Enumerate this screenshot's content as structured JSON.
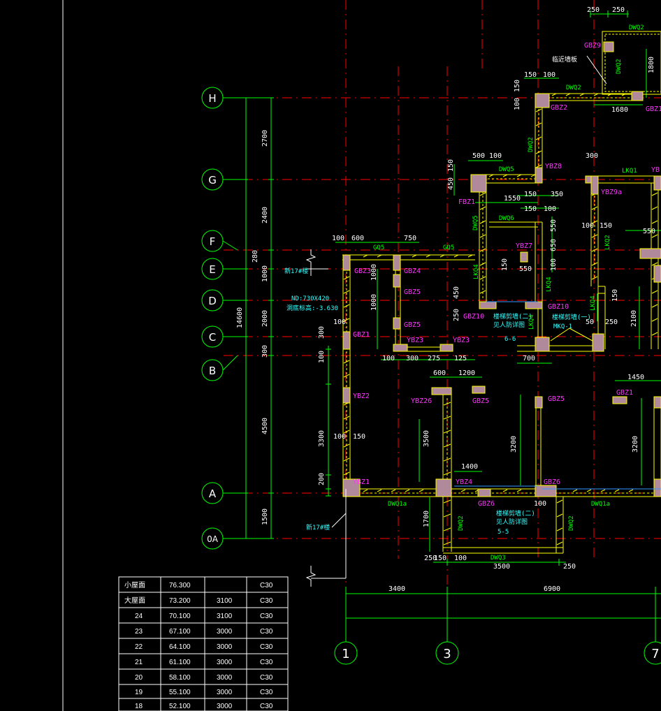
{
  "colors": {
    "background": "#000000",
    "dim": "#00ff00",
    "axis": "#ff0000",
    "wall": "#ffff00",
    "column_fill": "#b08a9a",
    "tag_magenta": "#ff33ff",
    "note_cyan": "#33ffff",
    "text": "#ffffff"
  },
  "row_axes": [
    "H",
    "G",
    "F",
    "E",
    "D",
    "C",
    "B",
    "A",
    "0A"
  ],
  "col_axes": [
    "1",
    "3",
    "7"
  ],
  "dims": {
    "top_250a": "250",
    "top_250b": "250",
    "h_1800": "1800",
    "h_1680": "1680",
    "h_150a": "150",
    "h_100a": "100",
    "h_150b": "150",
    "h_100b": "100",
    "g_500": "500",
    "g_100": "100",
    "g_150": "150",
    "g_450": "450",
    "g_300": "300",
    "g_1550": "1550",
    "g_150c": "150",
    "g_350": "350",
    "g_150d": "150",
    "g_100d": "100",
    "f_100": "100",
    "f_600": "600",
    "f_750": "750",
    "f_550a": "550",
    "f_650": "650",
    "f_550b": "550",
    "f_100b": "100",
    "f_150b": "150",
    "v_2700": "2700",
    "v_2400": "2400",
    "v_280": "280",
    "v_1000": "1000",
    "v_2000": "2000",
    "v_300": "300",
    "v_4500": "4500",
    "v_1500": "1500",
    "v_14600": "14600",
    "v_1000b": "1000",
    "v_1000c": "1000",
    "v_3300": "3300",
    "v_3500": "3500",
    "v_3200a": "3200",
    "v_3200b": "3200",
    "v_1700": "1700",
    "v_2100": "2100",
    "d_450": "450",
    "d_250": "250",
    "d_150": "150",
    "d_100": "100",
    "d_50": "50",
    "d_250b": "250",
    "d_150e": "150",
    "b_100": "100",
    "b_300": "300",
    "b_275": "275",
    "b_125": "125",
    "b_700": "700",
    "b_600": "600",
    "b_1200": "1200",
    "b_1450": "1450",
    "b_1400": "1400",
    "c_100": "100",
    "c_150": "150",
    "c_300": "300",
    "c_100b": "100",
    "c_200": "200",
    "c_100c": "100",
    "c_550": "550",
    "bot_250": "250",
    "bot_150": "150",
    "bot_100": "100",
    "bot_3500": "3500",
    "bot_250b": "250",
    "bot_100b": "100",
    "total_3400": "3400",
    "total_6900": "6900"
  },
  "tags": {
    "gbz9": "GBZ9",
    "gbz2": "GBZ2",
    "gbz1_top": "GBZ1",
    "ybz8": "YBZ8",
    "ybz9a": "YBZ9a",
    "fbz1": "FBZ1",
    "gbz3": "GBZ3",
    "gbz4": "GBZ4",
    "gbz5_a": "GBZ5",
    "gbz5_b": "GBZ5",
    "gbz1_l": "GBZ1",
    "ybz3_a": "YBZ3",
    "ybz3_b": "YBZ3",
    "ybz7": "YBZ7",
    "gbz10_a": "GBZ10",
    "gbz10_b": "GBZ10",
    "ybz2": "YBZ2",
    "ybz26": "YBZ26",
    "gbz5_c": "GBZ5",
    "gbz5_d": "GBZ5",
    "gbz1_r": "GBZ1",
    "ybz1": "YBZ1",
    "ybz4": "YBZ4",
    "gbz6_a": "GBZ6",
    "gbz6_b": "GBZ6",
    "ybz_right": "YB"
  },
  "walls": {
    "dwq2_top": "DWQ2",
    "dwq2_v1": "DWQ2",
    "dwq2_h": "DWQ2",
    "dwq2_v2": "DWQ2",
    "dwq5": "DWQ5",
    "dwq5_v": "DWQ5",
    "dwq6": "DWQ6",
    "lkq1": "LKQ1",
    "lkq2": "LKQ2",
    "lkq4_a": "LKQ4",
    "lkq4_b": "LKQ4",
    "lkq4_c": "LKQ4",
    "lkq4_d": "LKQ4",
    "gq5_a": "GQ5",
    "gq5_b": "GQ5",
    "dwq1a_l": "DWQ1a",
    "dwq1a_r": "DWQ1a",
    "dwq2_b1": "DWQ2",
    "dwq2_b2": "DWQ2",
    "dwq3": "DWQ3"
  },
  "notes": {
    "top_label": "临近墙板",
    "new17_a": "新17#楼",
    "new17_b": "新17#楼",
    "nd_line1": "ND:730X420",
    "nd_line2": "洞底标高:-3.630",
    "detail_66_l1": "楼梯剪墙(二)",
    "detail_66_l2": "见人防详图",
    "detail_66_l3": "6-6",
    "detail_mkq_l1": "楼梯剪墙(一)",
    "detail_mkq_l2": "MKQ-1",
    "detail_55_l1": "楼梯剪墙(二)",
    "detail_55_l2": "见人防详图",
    "detail_55_l3": "5-5"
  },
  "level_table": {
    "rows": [
      [
        "小屋面",
        "76.300",
        "",
        "C30"
      ],
      [
        "大屋面",
        "73.200",
        "3100",
        "C30"
      ],
      [
        "24",
        "70.100",
        "3100",
        "C30"
      ],
      [
        "23",
        "67.100",
        "3000",
        "C30"
      ],
      [
        "22",
        "64.100",
        "3000",
        "C30"
      ],
      [
        "21",
        "61.100",
        "3000",
        "C30"
      ],
      [
        "20",
        "58.100",
        "3000",
        "C30"
      ],
      [
        "19",
        "55.100",
        "3000",
        "C30"
      ],
      [
        "18",
        "52.100",
        "3000",
        "C30"
      ]
    ]
  }
}
